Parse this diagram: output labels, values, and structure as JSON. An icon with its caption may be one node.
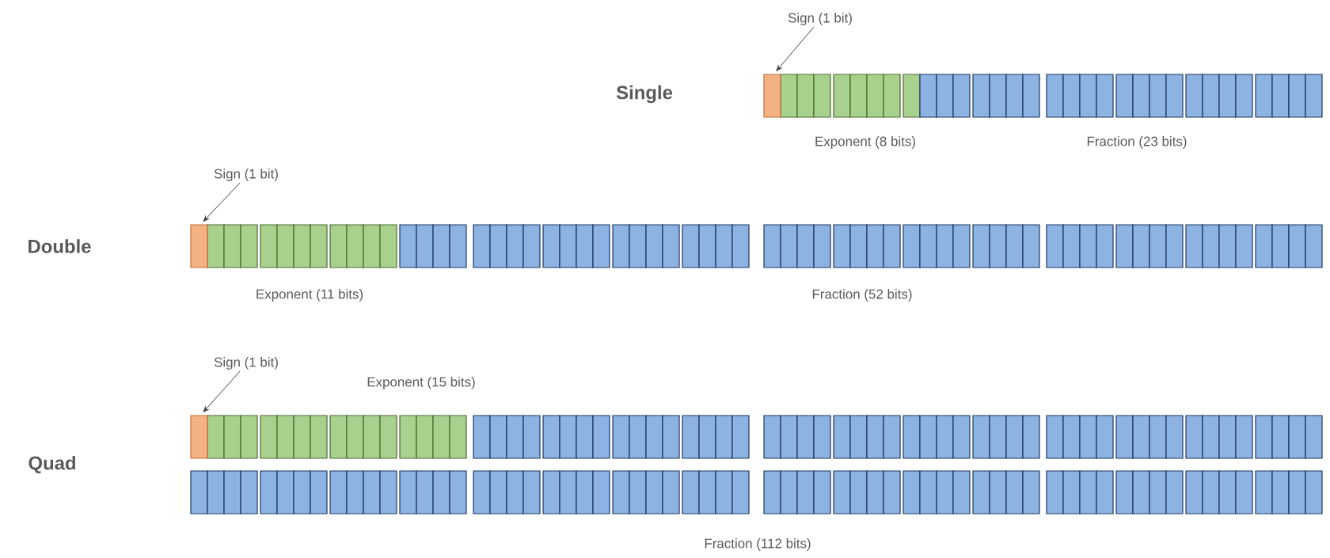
{
  "diagram": {
    "nodes": [
      {
        "text": [
          "Sign (1 bit)"
        ]
      },
      {
        "text": [],
        "shape": "box"
      },
      {
        "text": [
          "Sign (1 bit)"
        ]
      },
      {
        "text": [],
        "shape": "box"
      },
      {
        "text": [
          "Sign (1 bit)"
        ]
      },
      {
        "text": [],
        "shape": "box"
      }
    ],
    "edges": [
      {
        "from": 0,
        "to": 1,
        "arrow": "to"
      },
      {
        "from": 2,
        "to": 3,
        "arrow": "to"
      },
      {
        "from": 4,
        "to": 5,
        "arrow": "to"
      }
    ],
    "labels": [
      "Single",
      "Exponent (8 bits)",
      "Fraction (23 bits)",
      "Double",
      "Exponent (11 bits)",
      "Fraction (52 bits)",
      "Exponent (15 bits)",
      "Quad",
      "Fraction (112 bits)"
    ]
  }
}
